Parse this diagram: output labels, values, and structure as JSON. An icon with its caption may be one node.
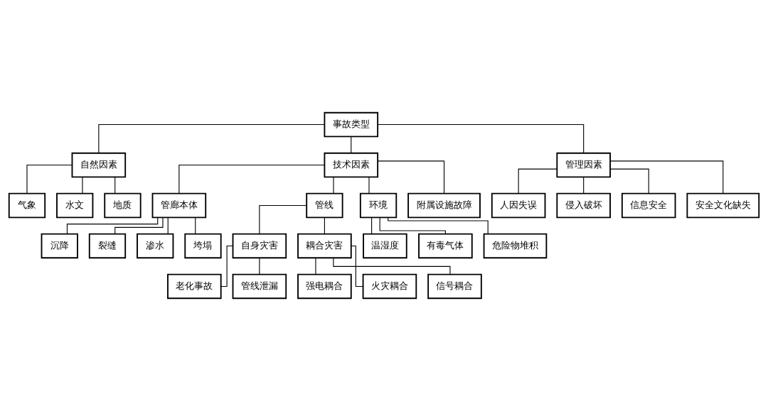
{
  "diagram": {
    "nodes": [
      {
        "text": [
          "事故类型"
        ]
      },
      {
        "text": [
          "自然因素"
        ]
      },
      {
        "text": [
          "技术因素"
        ]
      },
      {
        "text": [
          "管理因素"
        ]
      },
      {
        "text": [
          "气象"
        ]
      },
      {
        "text": [
          "水文"
        ]
      },
      {
        "text": [
          "地质"
        ]
      },
      {
        "text": [
          "管廊本体"
        ]
      },
      {
        "text": [
          "管线"
        ]
      },
      {
        "text": [
          "环境"
        ]
      },
      {
        "text": [
          "附属设施故障"
        ]
      },
      {
        "text": [
          "沉降"
        ]
      },
      {
        "text": [
          "裂缝"
        ]
      },
      {
        "text": [
          "渗水"
        ]
      },
      {
        "text": [
          "垮塌"
        ]
      },
      {
        "text": [
          "自身灾害"
        ]
      },
      {
        "text": [
          "耦合灾害"
        ]
      },
      {
        "text": [
          "老化事故"
        ]
      },
      {
        "text": [
          "管线泄漏"
        ]
      },
      {
        "text": [
          "强电耦合"
        ]
      },
      {
        "text": [
          "火灾耦合"
        ]
      },
      {
        "text": [
          "信号耦合"
        ]
      },
      {
        "text": [
          "温湿度"
        ]
      },
      {
        "text": [
          "有毒气体"
        ]
      },
      {
        "text": [
          "危险物堆积"
        ]
      },
      {
        "text": [
          "人因失误"
        ]
      },
      {
        "text": [
          "侵入破坏"
        ]
      },
      {
        "text": [
          "信息安全"
        ]
      },
      {
        "text": [
          "安全文化缺失"
        ]
      }
    ],
    "edges": [
      {
        "from": 0,
        "to": 1,
        "arrow": "none"
      },
      {
        "from": 0,
        "to": 2,
        "arrow": "none"
      },
      {
        "from": 0,
        "to": 3,
        "arrow": "none"
      },
      {
        "from": 1,
        "to": 4,
        "arrow": "none"
      },
      {
        "from": 1,
        "to": 5,
        "arrow": "none"
      },
      {
        "from": 1,
        "to": 6,
        "arrow": "none"
      },
      {
        "from": 2,
        "to": 7,
        "arrow": "none"
      },
      {
        "from": 2,
        "to": 8,
        "arrow": "none"
      },
      {
        "from": 2,
        "to": 9,
        "arrow": "none"
      },
      {
        "from": 2,
        "to": 10,
        "arrow": "none"
      },
      {
        "from": 7,
        "to": 11,
        "arrow": "none"
      },
      {
        "from": 7,
        "to": 12,
        "arrow": "none"
      },
      {
        "from": 7,
        "to": 13,
        "arrow": "none"
      },
      {
        "from": 7,
        "to": 14,
        "arrow": "none"
      },
      {
        "from": 8,
        "to": 15,
        "arrow": "none"
      },
      {
        "from": 8,
        "to": 16,
        "arrow": "none"
      },
      {
        "from": 15,
        "to": 17,
        "arrow": "none"
      },
      {
        "from": 15,
        "to": 18,
        "arrow": "none"
      },
      {
        "from": 16,
        "to": 19,
        "arrow": "none"
      },
      {
        "from": 16,
        "to": 20,
        "arrow": "none"
      },
      {
        "from": 16,
        "to": 21,
        "arrow": "none"
      },
      {
        "from": 9,
        "to": 22,
        "arrow": "none"
      },
      {
        "from": 9,
        "to": 23,
        "arrow": "none"
      },
      {
        "from": 9,
        "to": 24,
        "arrow": "none"
      },
      {
        "from": 3,
        "to": 25,
        "arrow": "none"
      },
      {
        "from": 3,
        "to": 26,
        "arrow": "none"
      },
      {
        "from": 3,
        "to": 27,
        "arrow": "none"
      },
      {
        "from": 3,
        "to": 28,
        "arrow": "none"
      }
    ]
  }
}
